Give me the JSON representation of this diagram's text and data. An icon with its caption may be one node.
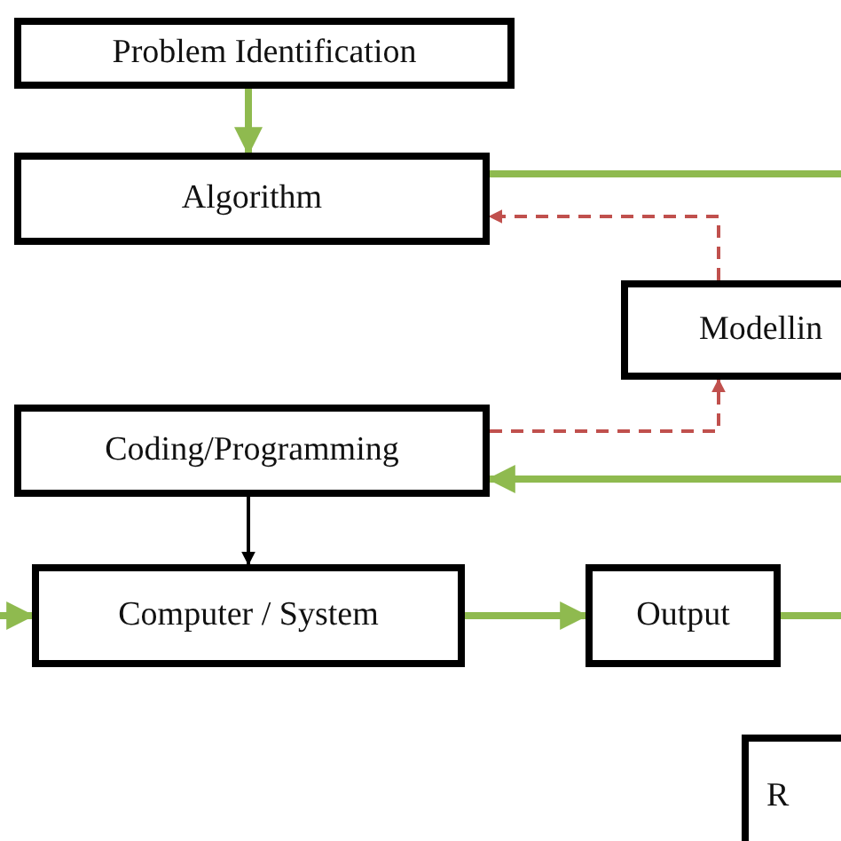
{
  "diagram": {
    "nodes": [
      {
        "text": [
          "Problem Identification"
        ]
      },
      {
        "text": [
          "Algorithm"
        ]
      },
      {
        "text": [
          "Modellin"
        ]
      },
      {
        "text": [
          "Coding/Programming"
        ]
      },
      {
        "text": [
          "Computer / System"
        ]
      },
      {
        "text": [
          "Output"
        ]
      },
      {
        "text": [
          "R"
        ]
      }
    ],
    "edges": [
      {
        "from": 0,
        "to": 1,
        "arrow": "to"
      },
      {
        "from": 1,
        "to": null,
        "arrow": "none"
      },
      {
        "from": 2,
        "to": 1,
        "arrow": "to",
        "style": "dashed",
        "color": "#c0504d"
      },
      {
        "from": 3,
        "to": 2,
        "arrow": "to",
        "style": "dashed",
        "color": "#c0504d"
      },
      {
        "from": null,
        "to": 3,
        "arrow": "to"
      },
      {
        "from": 3,
        "to": 4,
        "arrow": "to",
        "color": "#000000"
      },
      {
        "from": null,
        "to": 4,
        "arrow": "to"
      },
      {
        "from": 4,
        "to": 5,
        "arrow": "to"
      },
      {
        "from": 5,
        "to": null,
        "arrow": "none"
      }
    ]
  }
}
